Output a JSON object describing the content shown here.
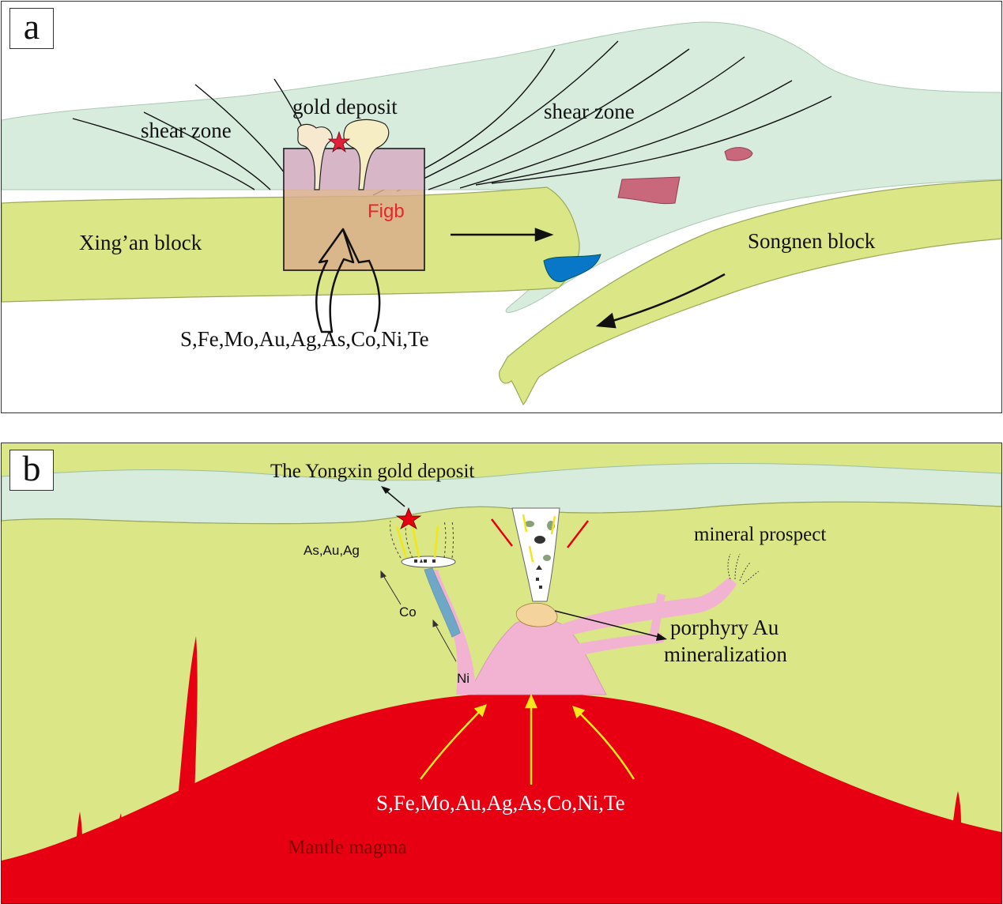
{
  "panel_a": {
    "letter": "a",
    "labels": {
      "gold_deposit": "gold deposit",
      "shear_zone_left": "shear zone",
      "shear_zone_right": "shear zone",
      "figb": "Figb",
      "xingan_block": "Xing’an block",
      "songnen_block": "Songnen block",
      "elements": "S,Fe,Mo,Au,Ag,As,Co,Ni,Te"
    }
  },
  "panel_b": {
    "letter": "b",
    "labels": {
      "yongxin": "The Yongxin gold deposit",
      "mineral_prospect": "mineral prospect",
      "porphyry_line1": "porphyry Au",
      "porphyry_line2": "mineralization",
      "as_au_ag": "As,Au,Ag",
      "co": "Co",
      "ni": "Ni",
      "elements": "S,Fe,Mo,Au,Ag,As,Co,Ni,Te",
      "mantle": "Mantle magma"
    }
  },
  "colors": {
    "crust_green": "#dbe686",
    "shear_green": "#d8ecde",
    "magma_red": "#e60012",
    "intrusion_pink": "#f2b3d2",
    "box_tan": "#d9ad8c",
    "star_red": "#e0213a",
    "body_blue": "#0877c7",
    "body_mauve": "#c9677b"
  }
}
